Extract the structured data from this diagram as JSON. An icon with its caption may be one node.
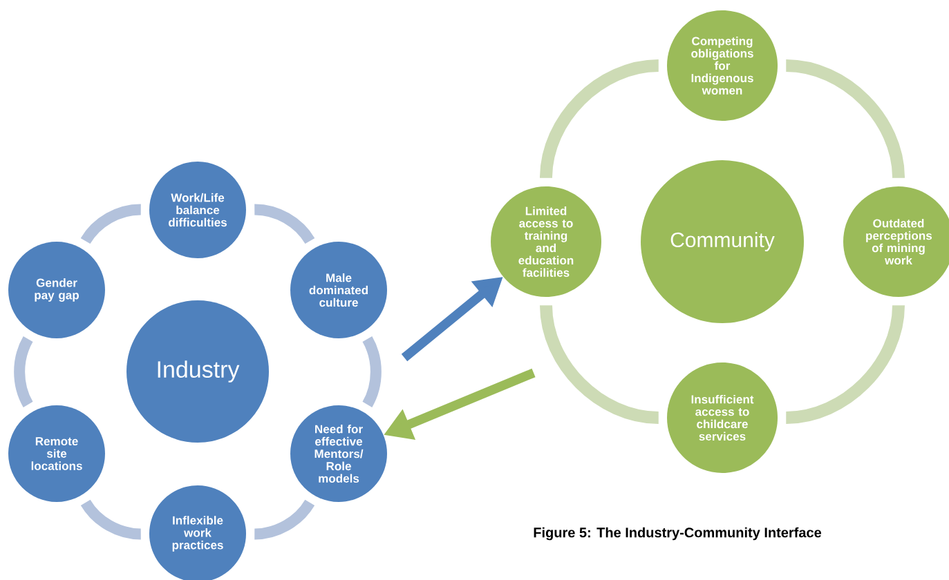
{
  "diagram": {
    "caption": "Figure 5: The Industry-Community Interface",
    "nodes": [
      {
        "text": [
          "Industry"
        ]
      },
      {
        "text": [
          "Work/Life balance difficulties"
        ]
      },
      {
        "text": [
          "Male dominated culture"
        ]
      },
      {
        "text": [
          "Need for effective Mentors/ Role models"
        ]
      },
      {
        "text": [
          "Inflexible work practices"
        ]
      },
      {
        "text": [
          "Remote site locations"
        ]
      },
      {
        "text": [
          "Gender pay gap"
        ]
      },
      {
        "text": [
          "Community"
        ]
      },
      {
        "text": [
          "Competing obligations for Indigenous women"
        ]
      },
      {
        "text": [
          "Outdated perceptions of mining work"
        ]
      },
      {
        "text": [
          "Insufficient access to childcare services"
        ]
      },
      {
        "text": [
          "Limited access to training and education facilities"
        ]
      }
    ],
    "edges": [
      {
        "from": 1,
        "to": 2,
        "arrow": "none",
        "color": "#b3c2dc"
      },
      {
        "from": 2,
        "to": 3,
        "arrow": "none",
        "color": "#b3c2dc"
      },
      {
        "from": 3,
        "to": 4,
        "arrow": "none",
        "color": "#b3c2dc"
      },
      {
        "from": 4,
        "to": 5,
        "arrow": "none",
        "color": "#b3c2dc"
      },
      {
        "from": 5,
        "to": 6,
        "arrow": "none",
        "color": "#b3c2dc"
      },
      {
        "from": 6,
        "to": 1,
        "arrow": "none",
        "color": "#b3c2dc"
      },
      {
        "from": 8,
        "to": 9,
        "arrow": "none",
        "color": "#cddbb5"
      },
      {
        "from": 9,
        "to": 10,
        "arrow": "none",
        "color": "#cddbb5"
      },
      {
        "from": 10,
        "to": 11,
        "arrow": "none",
        "color": "#cddbb5"
      },
      {
        "from": 11,
        "to": 8,
        "arrow": "none",
        "color": "#cddbb5"
      },
      {
        "from": null,
        "to": 11,
        "arrow": "to",
        "color": "#4f81bd"
      },
      {
        "from": null,
        "to": 3,
        "arrow": "to",
        "color": "#9bbb59"
      }
    ]
  }
}
